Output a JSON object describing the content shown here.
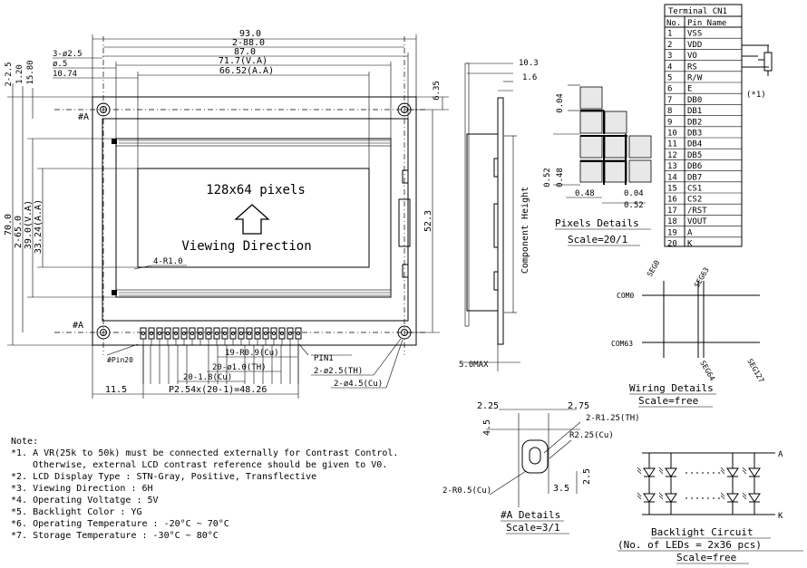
{
  "outline": {
    "dims_top": [
      "93.0",
      "2-88.0",
      "87.0",
      "71.7(V.A)",
      "66.52(A.A)"
    ],
    "dims_top_small": [
      "3-ø2.5",
      "ø.5",
      "10.74"
    ],
    "dims_left_top": [
      "2-2.5",
      "1.20",
      "15.80"
    ],
    "dims_left": [
      "70.0",
      "2-65.0",
      "39.0(V.A)",
      "33.24(A.A)"
    ],
    "dim_right_top": "6.35",
    "dim_right": "52.3",
    "hole_tag_top": "#A",
    "hole_tag_bottom": "#A",
    "center_text": "128x64 pixels",
    "view_text": "Viewing Direction",
    "corner_radius": "4-R1.0",
    "pin1_label": "#Pin20",
    "pin_right_label": "PIN1",
    "pin_dims": [
      "19-R0.9(Cu)",
      "20-ø1.0(TH)",
      "20-1.8(Cu)"
    ],
    "hole_dims": [
      "2-ø2.5(TH)",
      "2-ø4.5(Cu)"
    ],
    "dim_bottom_left": "11.5",
    "dim_pitch": "P2.54x(20-1)=48.26"
  },
  "side": {
    "dims": [
      "10.3",
      "1.6"
    ],
    "comp_height": "Component Height",
    "max": "5.0MAX"
  },
  "pixels": {
    "title": "Pixels Details",
    "scale": "Scale=20/1",
    "dims": [
      "0.04",
      "0.52",
      "0.48",
      "0.48",
      "0.04",
      "0.52"
    ]
  },
  "terminal": {
    "title": "Terminal CN1",
    "headers": [
      "No.",
      "Pin Name"
    ],
    "rows": [
      [
        "1",
        "VSS"
      ],
      [
        "2",
        "VDD"
      ],
      [
        "3",
        "VO"
      ],
      [
        "4",
        "RS"
      ],
      [
        "5",
        "R/W"
      ],
      [
        "6",
        "E"
      ],
      [
        "7",
        "DB0"
      ],
      [
        "8",
        "DB1"
      ],
      [
        "9",
        "DB2"
      ],
      [
        "10",
        "DB3"
      ],
      [
        "11",
        "DB4"
      ],
      [
        "12",
        "DB5"
      ],
      [
        "13",
        "DB6"
      ],
      [
        "14",
        "DB7"
      ],
      [
        "15",
        "CS1"
      ],
      [
        "16",
        "CS2"
      ],
      [
        "17",
        "/RST"
      ],
      [
        "18",
        "VOUT"
      ],
      [
        "19",
        "A"
      ],
      [
        "20",
        "K"
      ]
    ],
    "vr_label": "(*1)"
  },
  "wiring": {
    "title": "Wiring Details",
    "scale": "Scale=free",
    "labels": [
      "SEG0",
      "SEG63",
      "COM0",
      "COM63",
      "SEG64",
      "SEG127"
    ]
  },
  "hole_detail": {
    "title": "#A Details",
    "scale": "Scale=3/1",
    "dims": [
      "2.25",
      "2.75",
      "4.5",
      "2-R1.25(TH)",
      "R2.25(Cu)",
      "2-R0.5(Cu)",
      "3.5",
      "2.5"
    ]
  },
  "backlight": {
    "title": "Backlight Circuit",
    "subtitle": "(No. of LEDs = 2x36 pcs)",
    "scale": "Scale=free",
    "node_a": "A",
    "node_k": "K"
  },
  "notes": {
    "title": "Note:",
    "lines": [
      "*1. A VR(25k to 50k) must be connected externally for Contrast Control.",
      "Otherwise, external LCD contrast reference should be given to V0.",
      "*2. LCD Display Type : STN-Gray, Positive, Transflective",
      "*3. Viewing Direction : 6H",
      "*4. Operating Voltatge : 5V",
      "*5. Backlight Color : YG",
      "*6. Operating Temperature : -20°C ~ 70°C",
      "*7. Storage Temperature : -30°C ~ 80°C"
    ]
  }
}
